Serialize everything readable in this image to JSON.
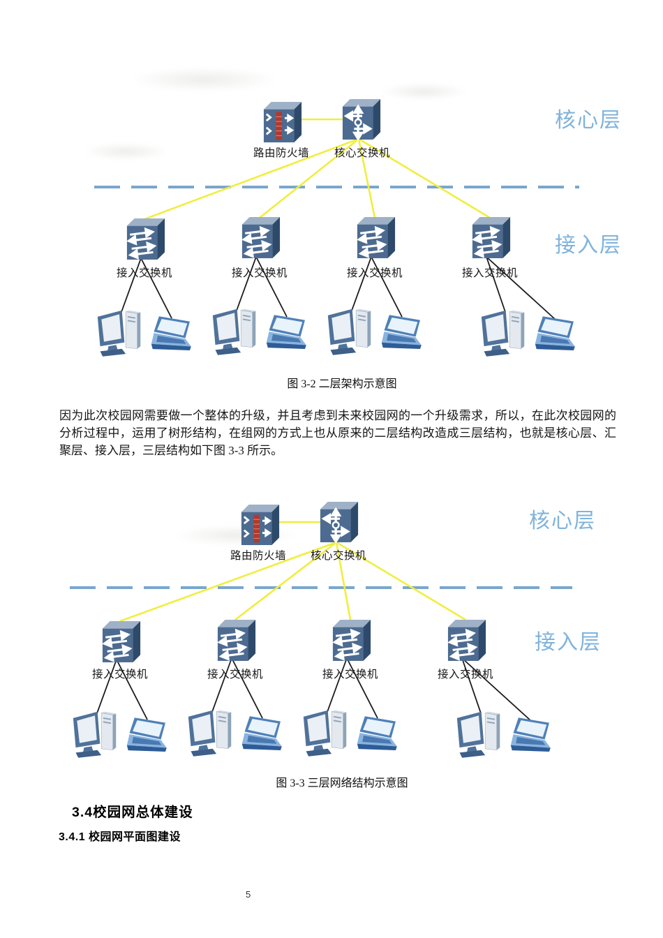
{
  "document": {
    "paragraph": "因为此次校园网需要做一个整体的升级，并且考虑到未来校园网的一个升级需求，所以，在此次校园网的分析过程中，运用了树形结构，在组网的方式上也从原来的二层结构改造成三层结构，也就是核心层、汇聚层、接入层，三层结构如下图 3-3 所示。",
    "figure_3_2_caption": "图 3-2 二层架构示意图",
    "figure_3_3_caption": "图 3-3 三层网络结构示意图",
    "section_heading": "3.4校园网总体建设",
    "subsection_heading": "3.4.1 校园网平面图建设",
    "page_number": "5"
  },
  "diagram": {
    "router_firewall_label": "路由防火墙",
    "core_switch_label": "核心交换机",
    "access_switch_label": "接入交换机",
    "core_layer_label": "核心层",
    "access_layer_label": "接入层"
  },
  "colors": {
    "uplink_yellow": "#f0ee3e",
    "divider_blue": "#7aa6cc",
    "layer_label_blue": "#7fb3dc",
    "device_front": "#4d6b90",
    "device_top": "#9fb1c6",
    "device_side": "#2e4a6b",
    "firewall_brick_red": "#b03a2e",
    "pc_link_black": "#1c1c1c"
  }
}
